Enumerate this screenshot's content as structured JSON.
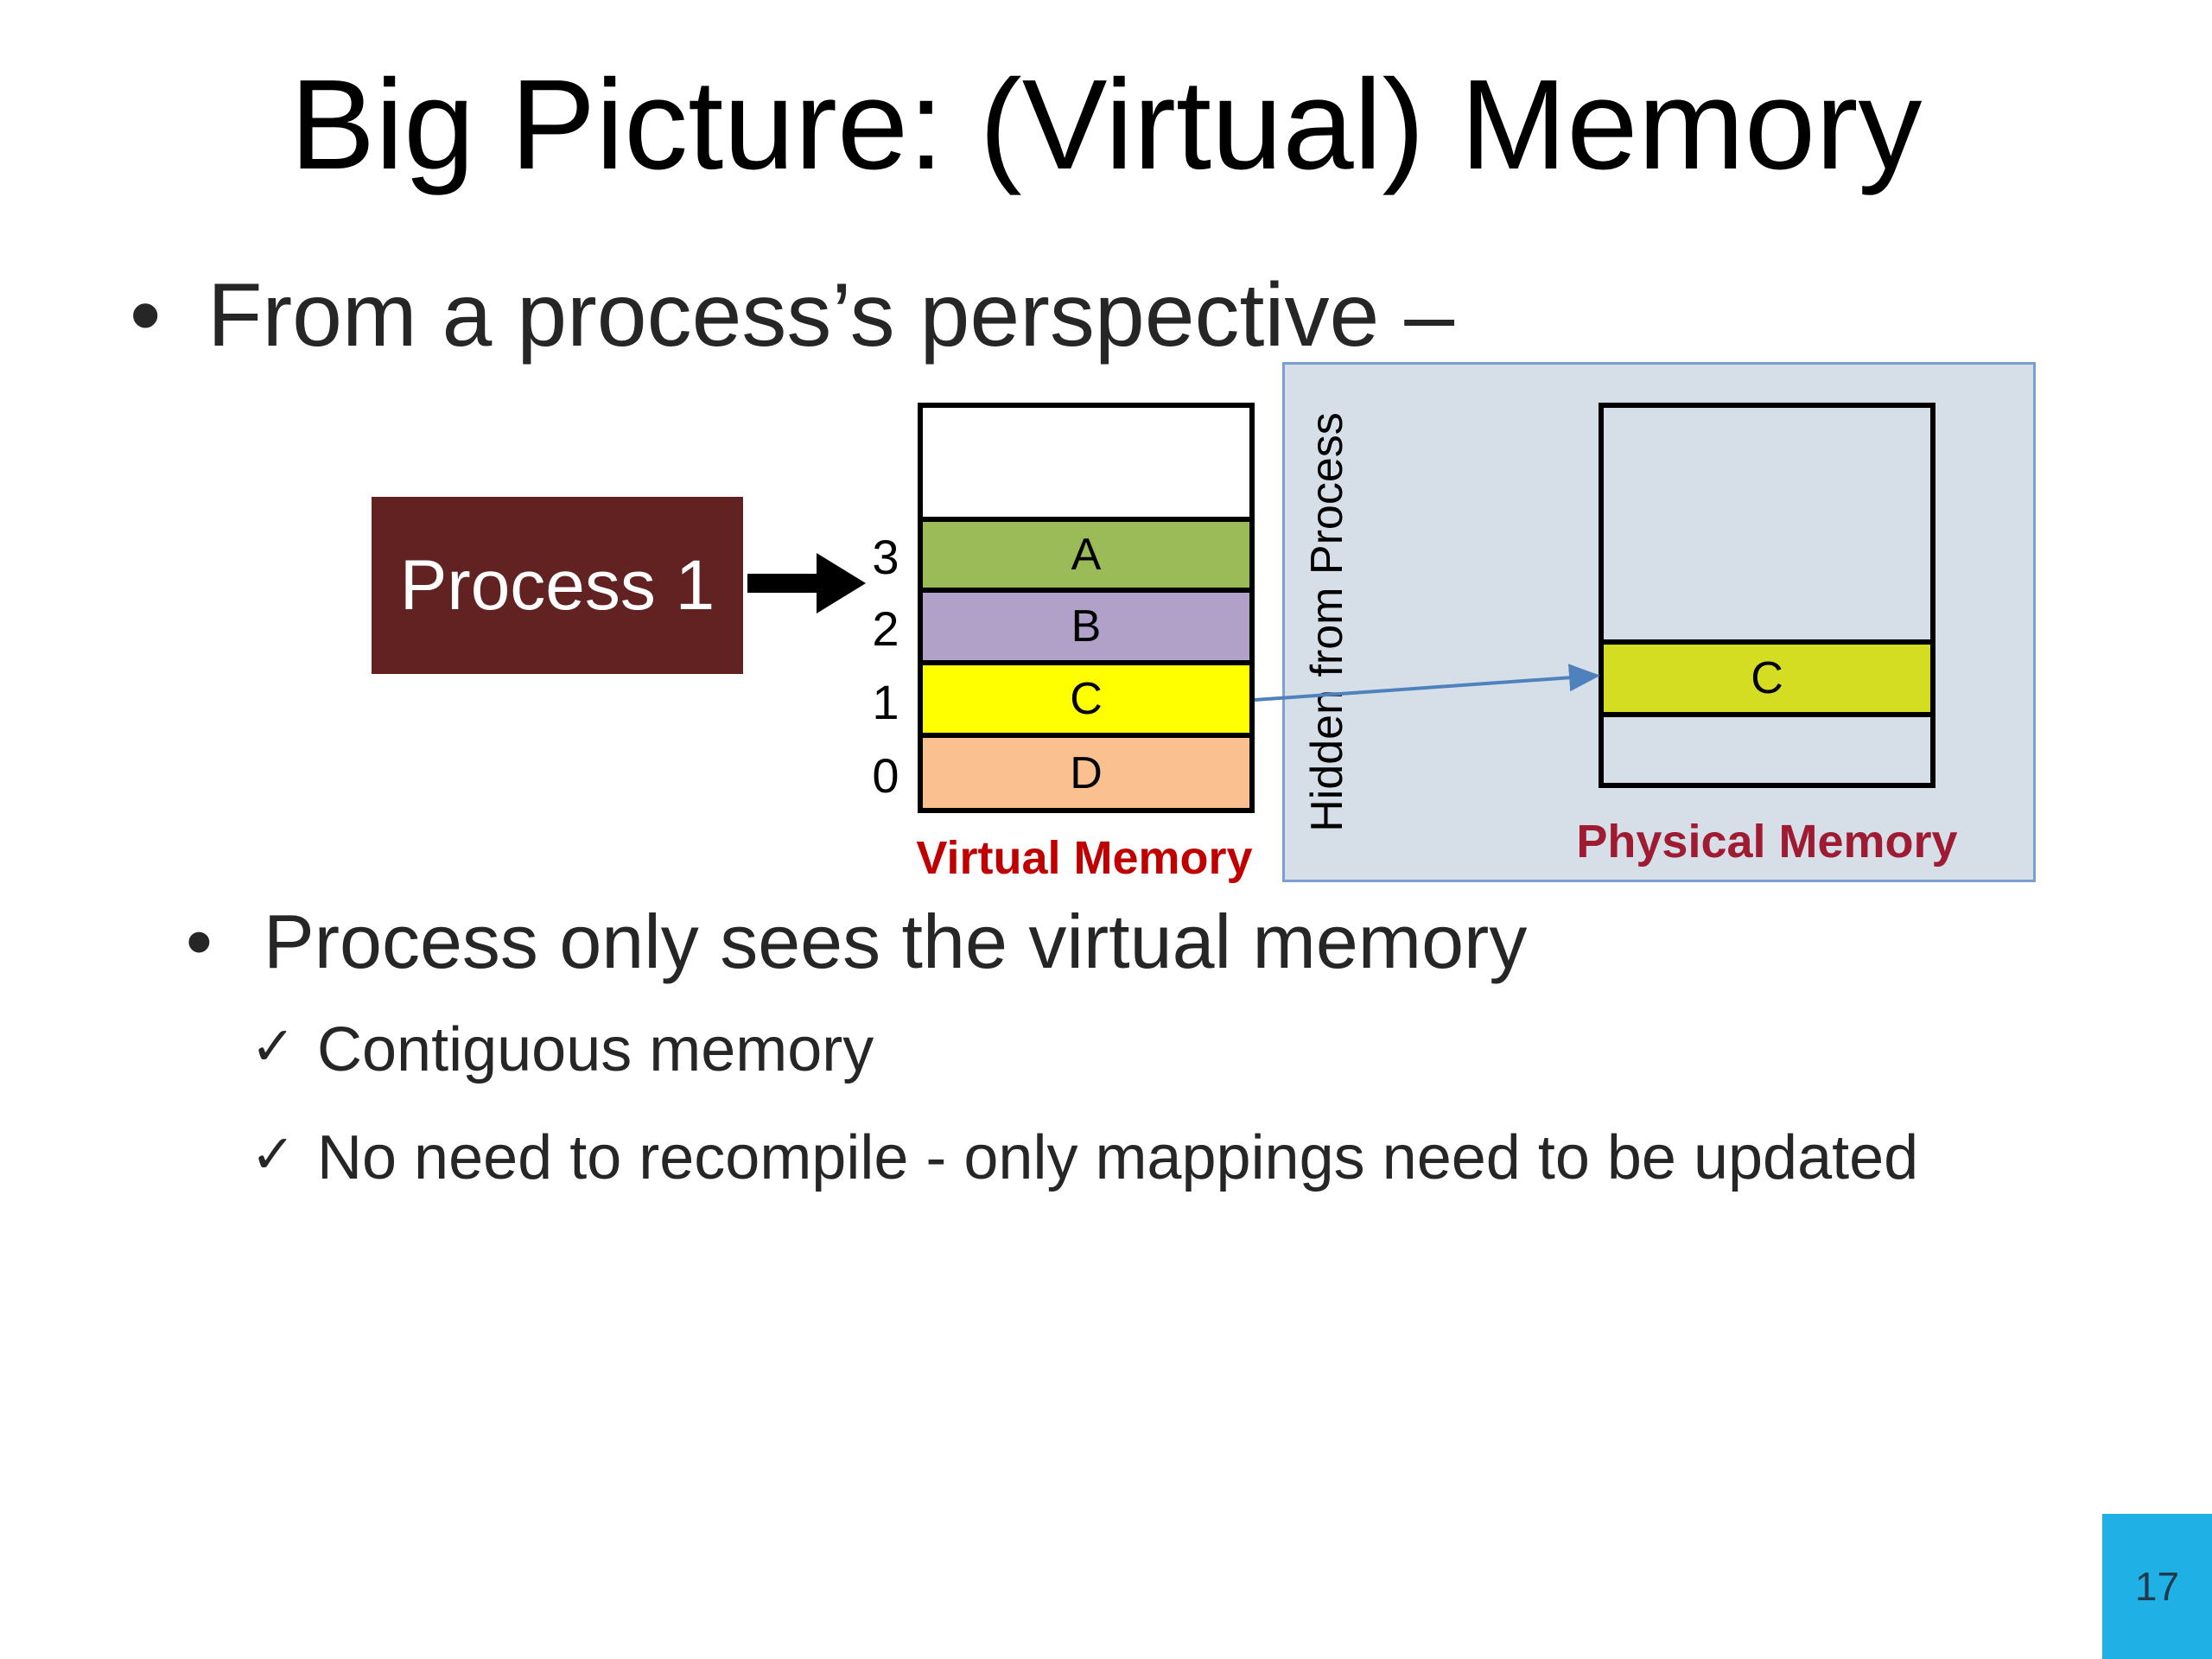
{
  "title": "Big Picture: (Virtual) Memory",
  "bullet1": "From a process’s perspective –",
  "bullet_marker": "•",
  "diagram": {
    "process_label": "Process 1",
    "virtual_memory": {
      "label": "Virtual Memory",
      "segments": [
        {
          "address": "3",
          "name": "A",
          "color": "#9bbb59"
        },
        {
          "address": "2",
          "name": "B",
          "color": "#b1a0c7"
        },
        {
          "address": "1",
          "name": "C",
          "color": "#ffff00"
        },
        {
          "address": "0",
          "name": "D",
          "color": "#fac090"
        }
      ]
    },
    "hidden_label": "Hidden from Process",
    "physical_memory": {
      "label": "Physical Memory",
      "segment": "C"
    }
  },
  "bullet2": "Process only sees the virtual memory",
  "checks": [
    {
      "mark": "✓",
      "text": "Contiguous memory"
    },
    {
      "mark": "✓",
      "text": "No need to recompile - only mappings need to be updated"
    }
  ],
  "page_number": "17"
}
